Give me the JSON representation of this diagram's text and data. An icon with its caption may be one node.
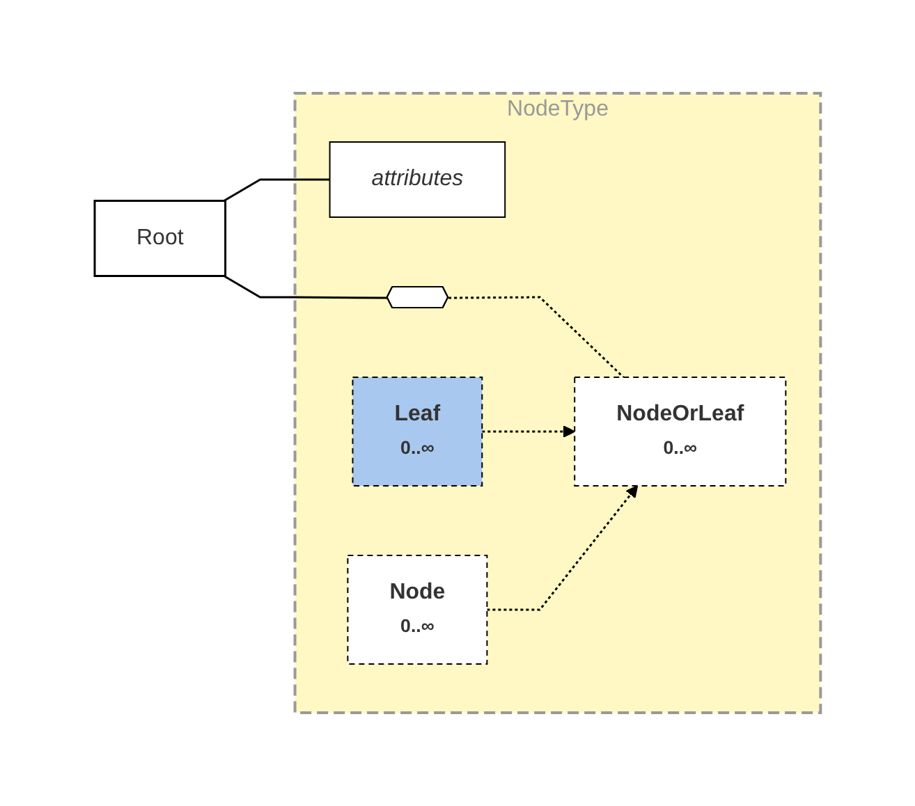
{
  "diagram": {
    "nodes": [
      {
        "text": [
          "NodeType"
        ]
      },
      {
        "text": [
          "Root"
        ]
      },
      {
        "text": [
          "attributes"
        ],
        "in": 0
      },
      {
        "text": [],
        "shape": "octagon",
        "in": 0
      },
      {
        "text": [
          "NodeOrLeaf",
          "0..∞"
        ],
        "in": 0
      },
      {
        "text": [
          "Leaf",
          "0..∞"
        ],
        "in": 0
      },
      {
        "text": [
          "Node",
          "0..∞"
        ],
        "in": 0
      }
    ],
    "edges": [
      {
        "from": 1,
        "to": 2,
        "arrow": "none"
      },
      {
        "from": 1,
        "to": 3,
        "arrow": "none"
      },
      {
        "from": 3,
        "to": 4,
        "arrow": "none",
        "style": "dashed"
      },
      {
        "from": 5,
        "to": 4,
        "arrow": "to",
        "style": "dashed"
      },
      {
        "from": 6,
        "to": 4,
        "arrow": "to",
        "style": "dashed"
      }
    ]
  }
}
